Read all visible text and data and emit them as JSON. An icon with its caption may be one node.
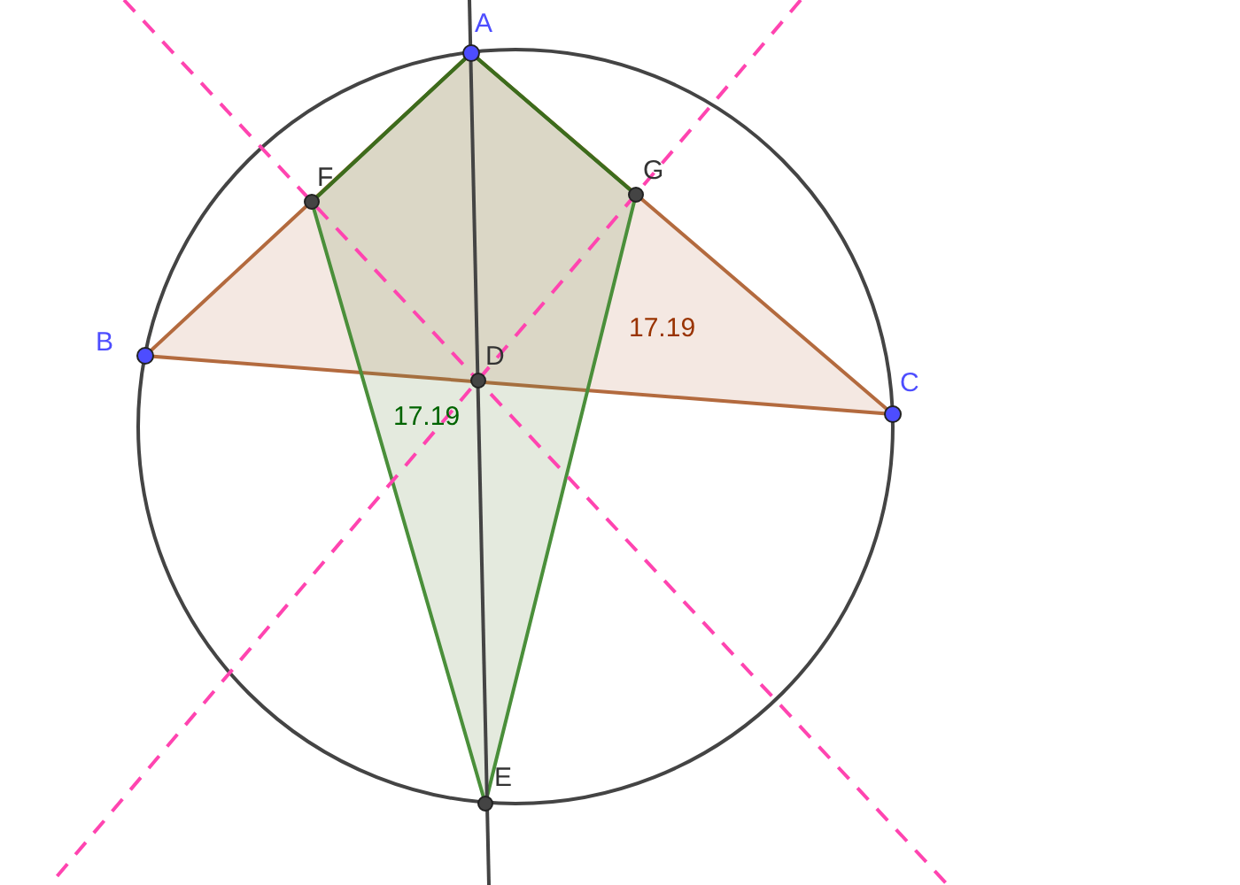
{
  "diagram": {
    "labels": [
      "A",
      "F",
      "G",
      "B",
      "D",
      "C",
      "17.19",
      "17.19",
      "E"
    ]
  }
}
